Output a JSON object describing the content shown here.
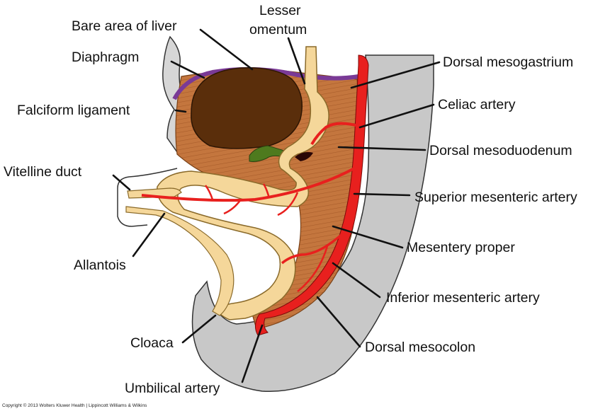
{
  "labels": {
    "bare_area_of_liver": "Bare area of liver",
    "lesser_omentum_line1": "Lesser",
    "lesser_omentum_line2": "omentum",
    "diaphragm": "Diaphragm",
    "falciform_ligament": "Falciform ligament",
    "vitelline_duct": "Vitelline duct",
    "allantois": "Allantois",
    "cloaca": "Cloaca",
    "umbilical_artery": "Umbilical artery",
    "dorsal_mesogastrium": "Dorsal mesogastrium",
    "celiac_artery": "Celiac artery",
    "dorsal_mesoduodenum": "Dorsal mesoduodenum",
    "superior_mesenteric_artery": "Superior mesenteric artery",
    "mesentery_proper": "Mesentery proper",
    "inferior_mesenteric_artery": "Inferior mesenteric artery",
    "dorsal_mesocolon": "Dorsal mesocolon"
  },
  "copyright": "Copyright © 2013 Wolters Kluwer Health | Lippincott Williams & Wilkins",
  "colors": {
    "body_wall": "#c8c8c8",
    "mesentery": "#c4763e",
    "liver": "#5a2e0b",
    "diaphragm": "#7a3a96",
    "gut": "#f5d79a",
    "artery": "#e8201e",
    "gallbladder": "#4e7a1e"
  }
}
